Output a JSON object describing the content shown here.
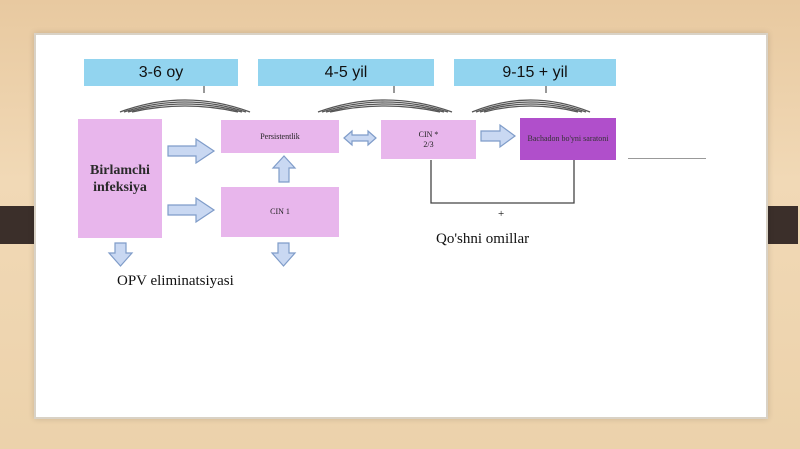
{
  "periods": [
    {
      "label": "3-6 oy"
    },
    {
      "label": "4-5 yil"
    },
    {
      "label": "9-15 + yil"
    }
  ],
  "boxes": {
    "primary": "Birlamchi infeksiya",
    "persistence": "Persistentlik",
    "cin1": "CIN 1",
    "cin23": "CIN *\n2/3",
    "cancer": "Bachadon bo'yni saratoni"
  },
  "labels": {
    "elimination": "OPV eliminatsiyasi",
    "cofactors": "Qo'shni omillar",
    "plus": "+"
  },
  "colors": {
    "period_fill": "#92d4ef",
    "box_fill": "#e8b6ec",
    "box_dark_fill": "#b04fcb",
    "arrow_fill": "#c9d8f2",
    "arrow_stroke": "#7f9cc9"
  }
}
